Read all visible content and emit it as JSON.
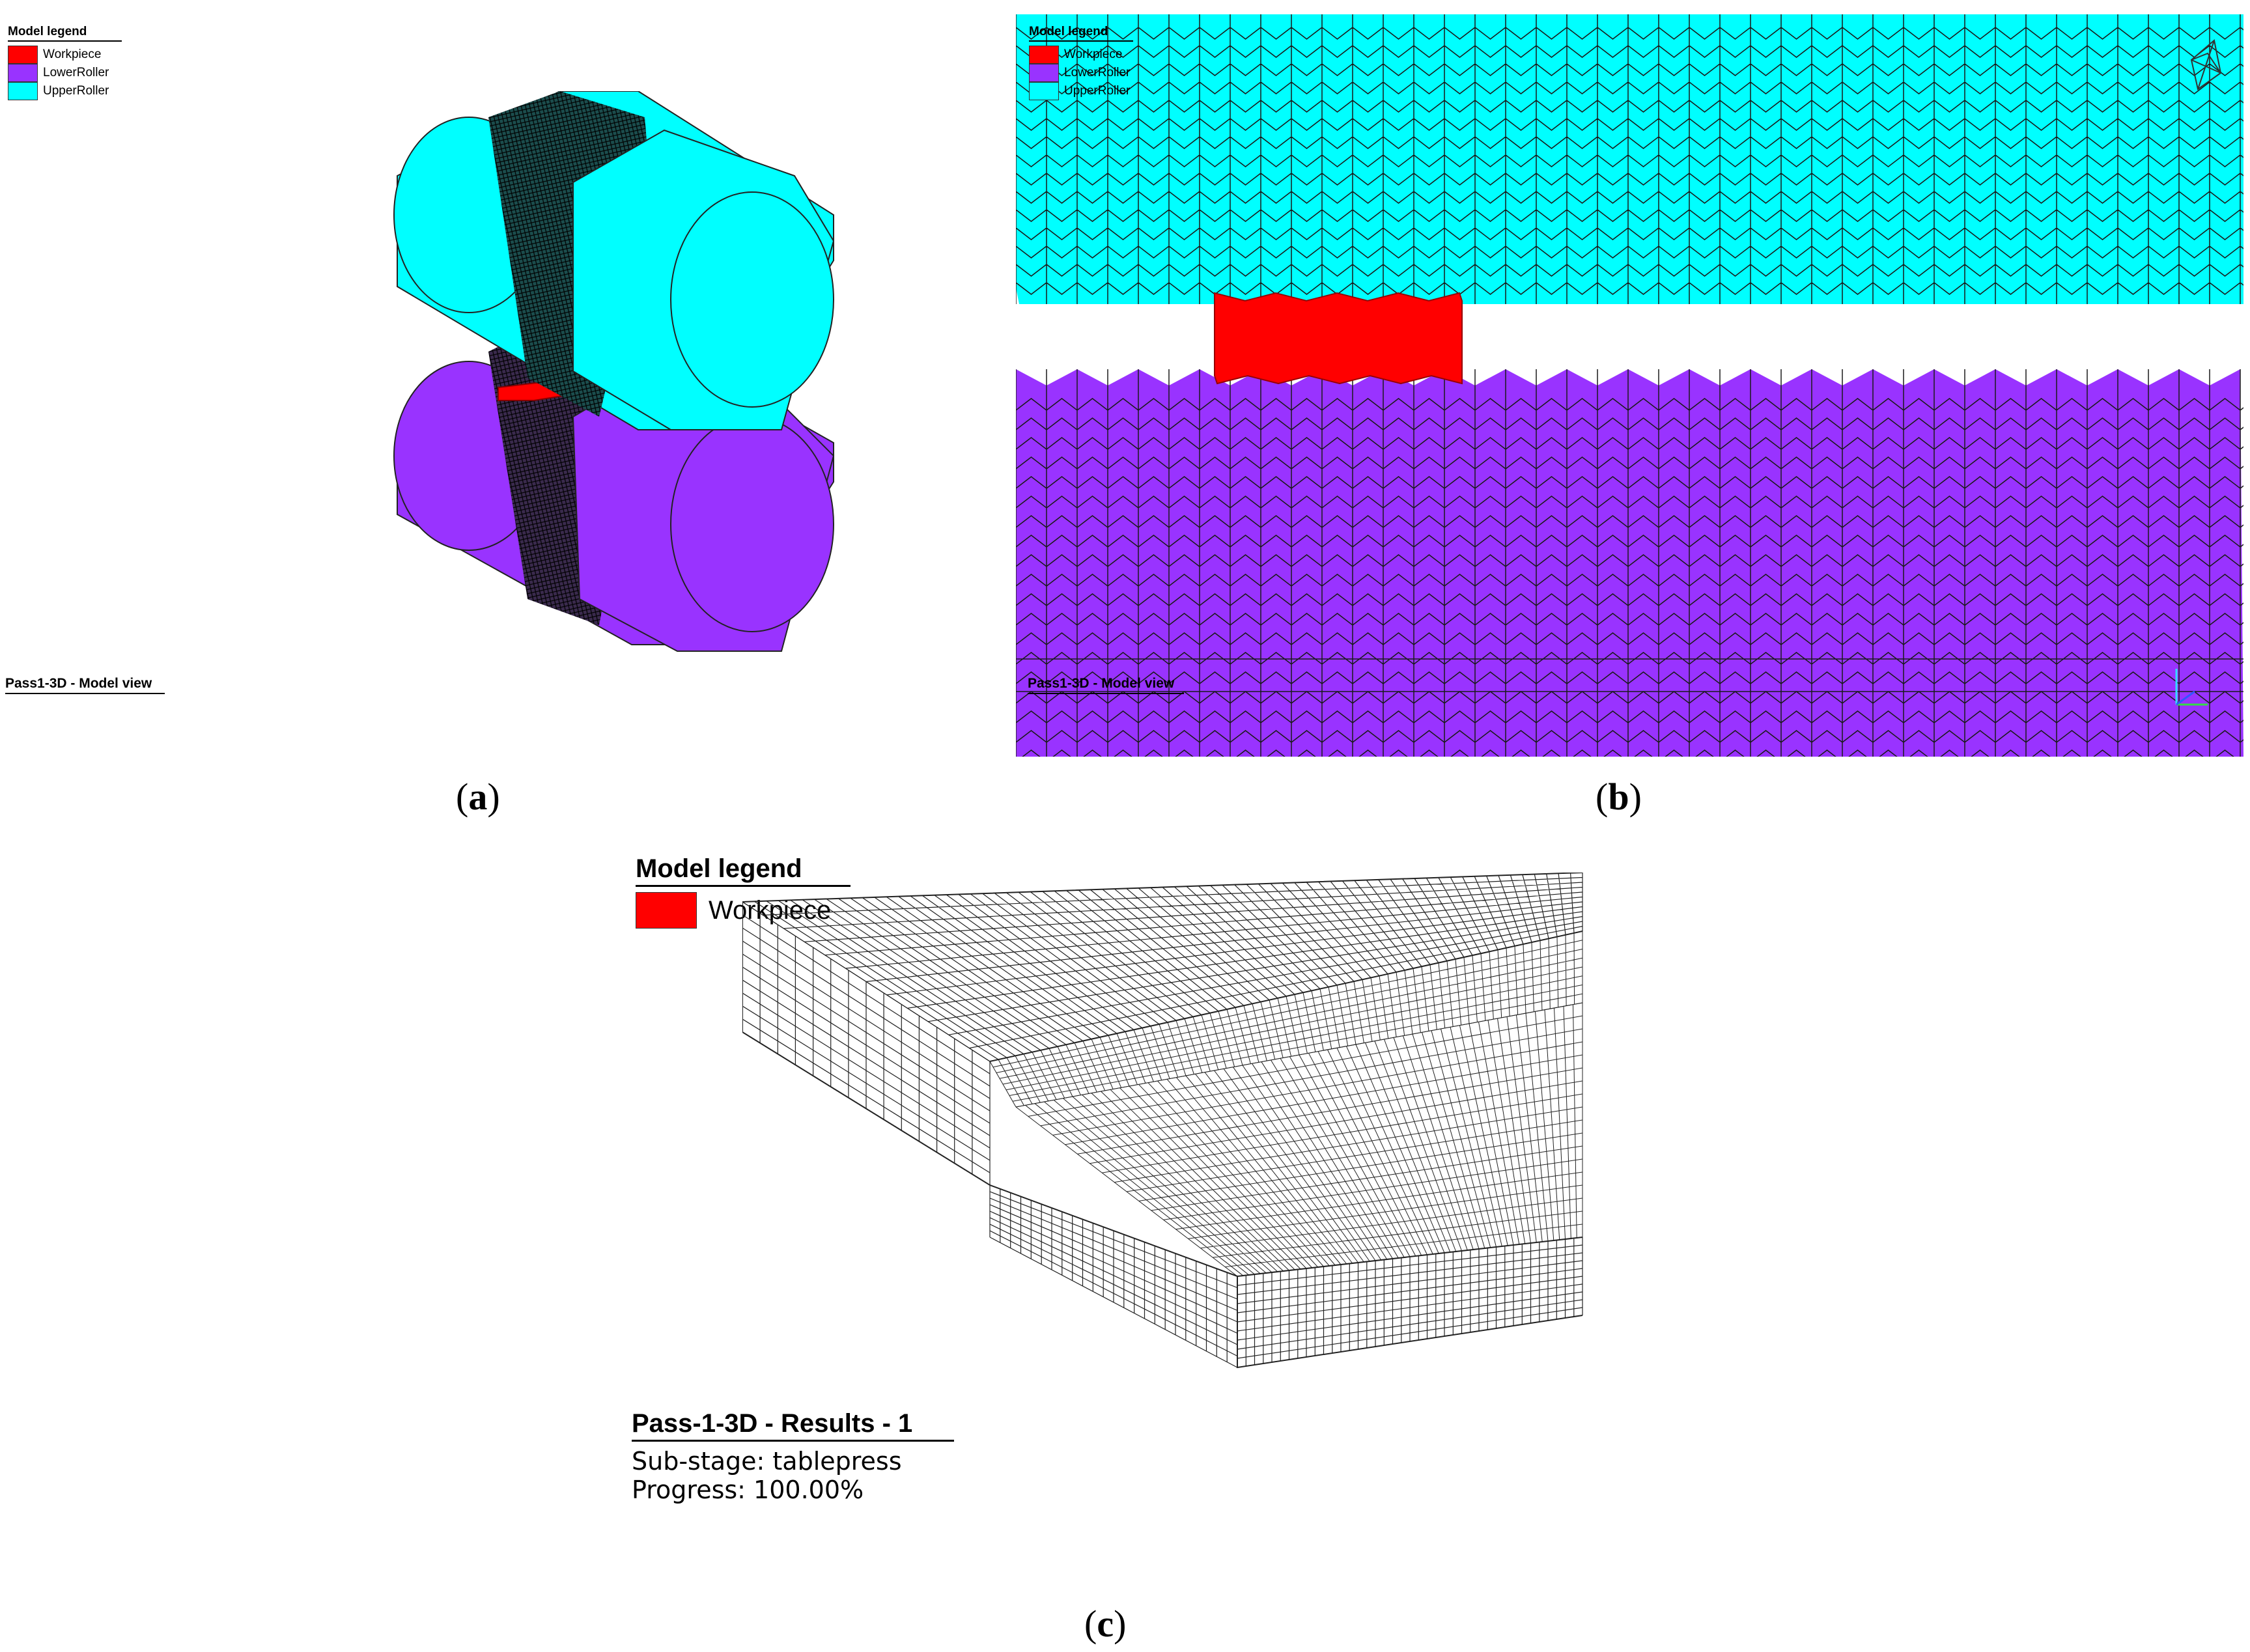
{
  "panel_a": {
    "legend_title": "Model legend",
    "legend_items": [
      {
        "label": "Workpiece",
        "color": "#ff0000"
      },
      {
        "label": "LowerRoller",
        "color": "#9933ff"
      },
      {
        "label": "UpperRoller",
        "color": "#00ffff"
      }
    ],
    "view_title": "Pass1-3D - Model view",
    "caption_letter": "a"
  },
  "panel_b": {
    "legend_title": "Model legend",
    "legend_items": [
      {
        "label": "Workpiece",
        "color": "#ff0000"
      },
      {
        "label": "LowerRoller",
        "color": "#9933ff"
      },
      {
        "label": "UpperRoller",
        "color": "#00ffff"
      }
    ],
    "view_title": "Pass1-3D - Model view",
    "caption_letter": "b"
  },
  "panel_c": {
    "legend_title": "Model legend",
    "legend_items": [
      {
        "label": "Workpiece",
        "color": "#ff0000"
      }
    ],
    "results_title": "Pass-1-3D - Results - 1",
    "substage_line": "Sub-stage: tablepress",
    "progress_line": "Progress: 100.00%",
    "caption_letter": "c"
  },
  "colors": {
    "workpiece": "#ff0000",
    "lower_roller": "#9933ff",
    "upper_roller": "#00ffff",
    "mesh_line": "#1a1a1a"
  }
}
